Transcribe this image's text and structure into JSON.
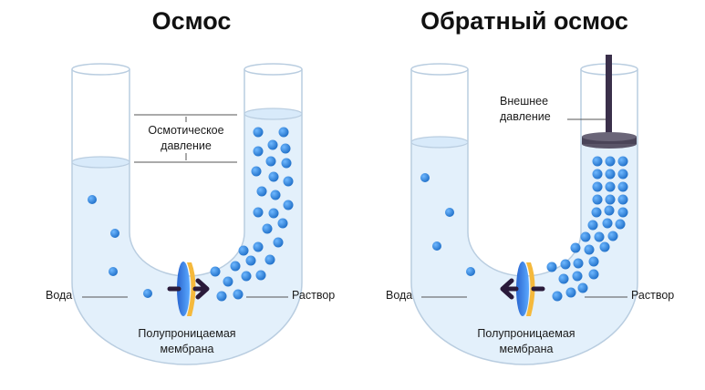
{
  "panels": [
    {
      "title": "Осмос",
      "labels": {
        "water": "Вода",
        "solution": "Раствор",
        "membrane_line1": "Полупроницаемая",
        "membrane_line2": "мембрана",
        "pressure_line1": "Осмотическое",
        "pressure_line2": "давление"
      },
      "flow_direction": "right"
    },
    {
      "title": "Обратный осмос",
      "labels": {
        "water": "Вода",
        "solution": "Раствор",
        "membrane_line1": "Полупроницаемая",
        "membrane_line2": "мембрана",
        "pressure_line1": "Внешнее",
        "pressure_line2": "давление"
      },
      "flow_direction": "left"
    }
  ],
  "colors": {
    "water_fill": "#e3f0fb",
    "tube_stroke": "#b9cde0",
    "particle": "#2f86dc",
    "membrane_blue": "#3d8ff0",
    "membrane_yellow": "#f5b93c",
    "arrow": "#2a1a3a",
    "piston": "#3a2f4a"
  }
}
